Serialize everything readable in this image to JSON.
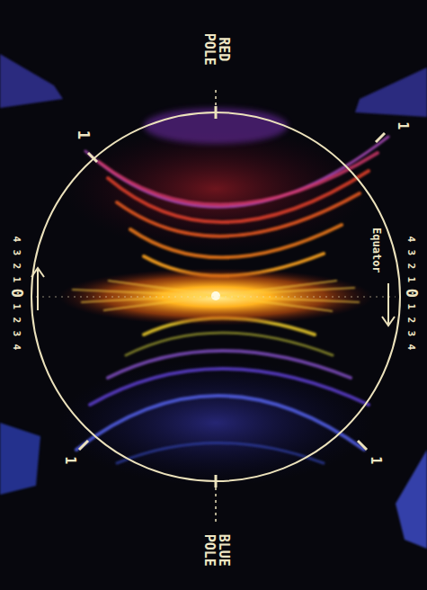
{
  "diagram": {
    "labels": [
      "RED POLE",
      "BLUE POLE",
      "Equator",
      "1",
      "1",
      "1",
      "1",
      "4",
      "3",
      "2",
      "1",
      "0",
      "1",
      "2",
      "3",
      "4",
      "4",
      "3",
      "2",
      "1",
      "0",
      "1",
      "2",
      "3",
      "4"
    ]
  }
}
